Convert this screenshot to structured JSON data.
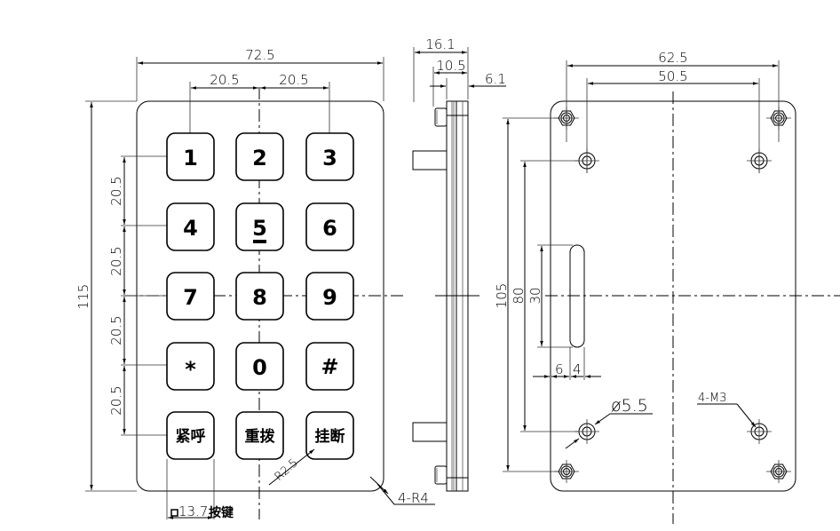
{
  "drawing": {
    "front_view": {
      "overall_width": "72.5",
      "overall_height": "115",
      "column_pitch": [
        "20.5",
        "20.5"
      ],
      "row_pitch": [
        "20.5",
        "20.5",
        "20.5",
        "20.5"
      ],
      "corner_radius_note": "4-R4",
      "key_radius_note": "R2.5",
      "key_size_note": "13.7",
      "key_size_suffix": "按键",
      "keys": [
        {
          "label": "1"
        },
        {
          "label": "2"
        },
        {
          "label": "3"
        },
        {
          "label": "4"
        },
        {
          "label": "5"
        },
        {
          "label": "6"
        },
        {
          "label": "7"
        },
        {
          "label": "8"
        },
        {
          "label": "9"
        },
        {
          "label": "*"
        },
        {
          "label": "0"
        },
        {
          "label": "#"
        },
        {
          "label": "紧呼"
        },
        {
          "label": "重拨"
        },
        {
          "label": "挂断"
        }
      ]
    },
    "side_view": {
      "total_depth": "16.1",
      "stud_depth": "10.5",
      "panel_thickness": "6.1"
    },
    "rear_view": {
      "outer_hole_spacing": "62.5",
      "inner_hole_spacing": "50.5",
      "outer_vertical_spacing": "105",
      "inner_vertical_spacing": "80",
      "slot_length": "30",
      "slot_offset": "6",
      "slot_width": "4",
      "hole_diameter_note": "ø5.5",
      "thread_note": "4-M3"
    }
  }
}
